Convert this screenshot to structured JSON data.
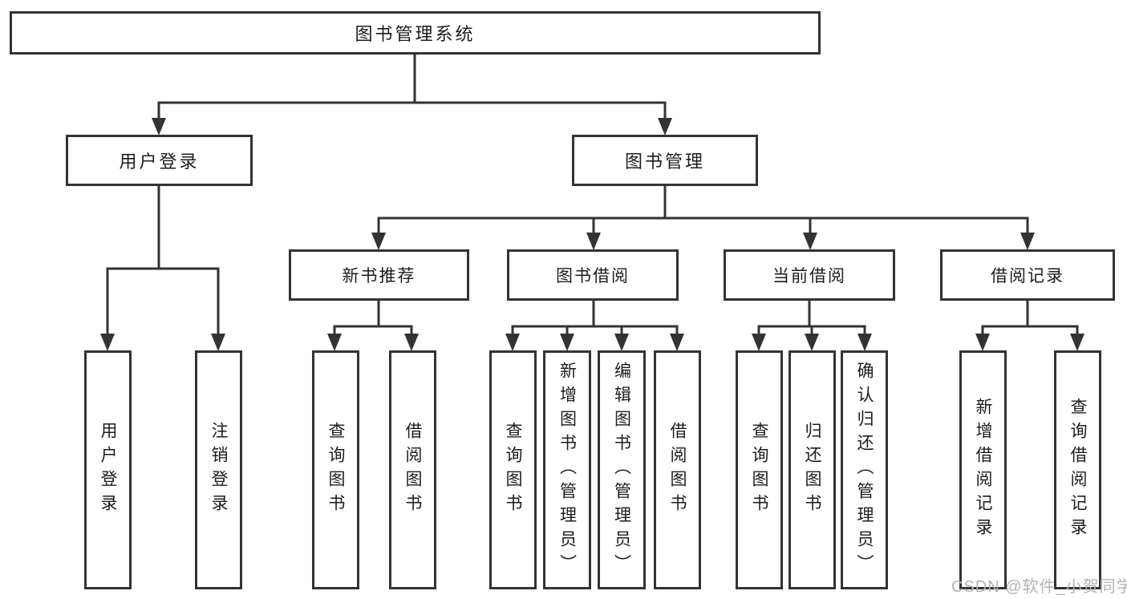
{
  "tree": {
    "root": {
      "label": "图书管理系统"
    },
    "children": [
      {
        "label": "用户登录",
        "children": [
          {
            "label": "用户登录"
          },
          {
            "label": "注销登录"
          }
        ]
      },
      {
        "label": "图书管理",
        "children": [
          {
            "label": "新书推荐",
            "children": [
              {
                "label": "查询图书"
              },
              {
                "label": "借阅图书"
              }
            ]
          },
          {
            "label": "图书借阅",
            "children": [
              {
                "label": "查询图书"
              },
              {
                "label": "新增图书（管理员）"
              },
              {
                "label": "编辑图书（管理员）"
              },
              {
                "label": "借阅图书"
              }
            ]
          },
          {
            "label": "当前借阅",
            "children": [
              {
                "label": "查询图书"
              },
              {
                "label": "归还图书"
              },
              {
                "label": "确认归还（管理员）"
              }
            ]
          },
          {
            "label": "借阅记录",
            "children": [
              {
                "label": "新增借阅记录"
              },
              {
                "label": "查询借阅记录"
              }
            ]
          }
        ]
      }
    ]
  },
  "watermark": {
    "text": "CSDN @软件_小贺同学"
  },
  "colors": {
    "line": "#333333",
    "text": "#1c1c1c",
    "watermark": "#b3b3b3",
    "background": "#ffffff"
  }
}
